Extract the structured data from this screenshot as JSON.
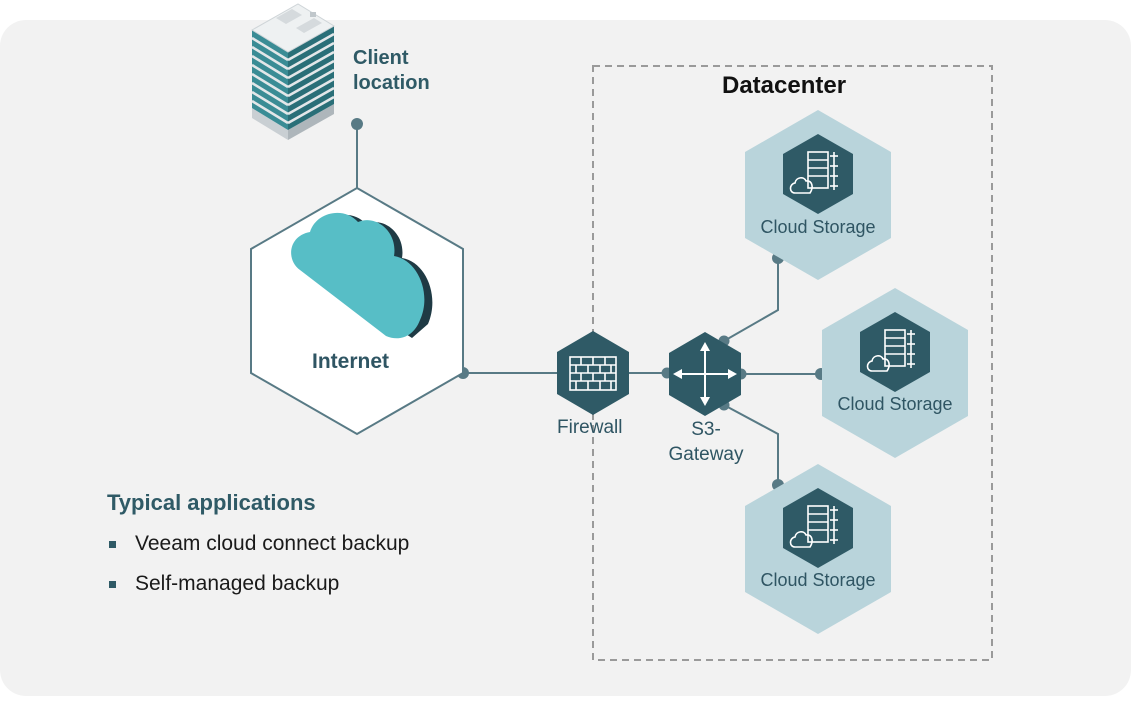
{
  "client": {
    "label": "Client location",
    "label_line1": "Client",
    "label_line2": "location",
    "icon": "office-building-icon"
  },
  "internet": {
    "label": "Internet",
    "icon": "cloud-icon"
  },
  "datacenter": {
    "title": "Datacenter"
  },
  "firewall": {
    "label": "Firewall",
    "icon": "brick-wall-icon"
  },
  "gateway": {
    "label": "S3-Gateway",
    "label_line1": "S3-",
    "label_line2": "Gateway",
    "icon": "four-way-arrows-icon"
  },
  "storage_nodes": [
    {
      "label": "Cloud Storage",
      "icon": "cloud-storage-icon"
    },
    {
      "label": "Cloud Storage",
      "icon": "cloud-storage-icon"
    },
    {
      "label": "Cloud Storage",
      "icon": "cloud-storage-icon"
    }
  ],
  "applications": {
    "title": "Typical applications",
    "items": [
      "Veeam cloud connect backup",
      "Self-managed backup"
    ]
  },
  "colors": {
    "panel": "#f2f2f2",
    "node_dark": "#2f5a66",
    "node_light": "#b9d4db",
    "connector": "#587a85",
    "cloud_teal": "#56bcc4",
    "text_dark": "#2f5563",
    "dashed_border": "#9a9a9a"
  }
}
